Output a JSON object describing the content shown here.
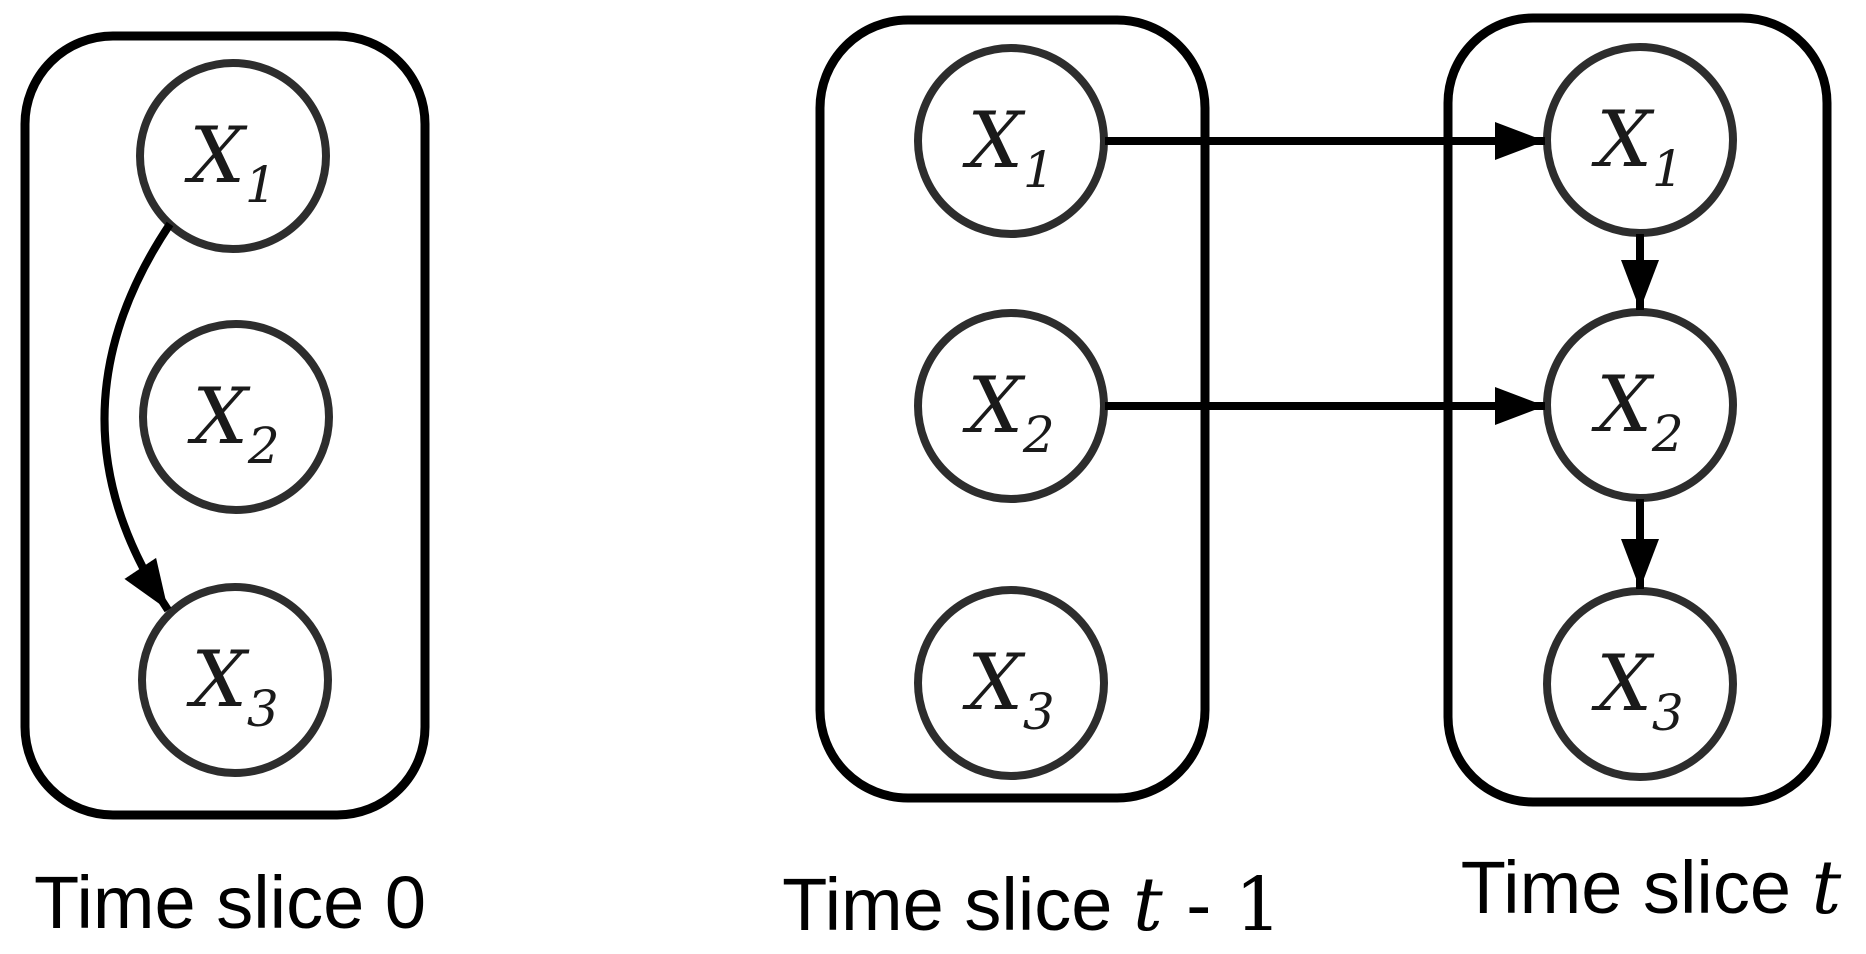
{
  "colors": {
    "background": "#ffffff",
    "box_stroke": "#000000",
    "node_stroke": "#2d2d2d",
    "edge_stroke": "#000000",
    "text": "#000000"
  },
  "diagram": {
    "panels": [
      {
        "id": "slice0",
        "label": {
          "prefix": "Time slice 0",
          "math": "",
          "suffix": ""
        },
        "nodes": [
          {
            "base": "X",
            "sub": "1"
          },
          {
            "base": "X",
            "sub": "2"
          },
          {
            "base": "X",
            "sub": "3"
          }
        ]
      },
      {
        "id": "slice_t_minus_1",
        "label": {
          "prefix": "Time slice ",
          "math": "t",
          "suffix": " - 1"
        },
        "nodes": [
          {
            "base": "X",
            "sub": "1"
          },
          {
            "base": "X",
            "sub": "2"
          },
          {
            "base": "X",
            "sub": "3"
          }
        ]
      },
      {
        "id": "slice_t",
        "label": {
          "prefix": "Time slice ",
          "math": "t",
          "suffix": ""
        },
        "nodes": [
          {
            "base": "X",
            "sub": "1"
          },
          {
            "base": "X",
            "sub": "2"
          },
          {
            "base": "X",
            "sub": "3"
          }
        ]
      }
    ],
    "edges": [
      {
        "from": "slice0.X1",
        "to": "slice0.X3",
        "style": "curved"
      },
      {
        "from": "slice_t_minus_1.X1",
        "to": "slice_t.X1",
        "style": "straight"
      },
      {
        "from": "slice_t_minus_1.X2",
        "to": "slice_t.X2",
        "style": "straight"
      },
      {
        "from": "slice_t.X1",
        "to": "slice_t.X2",
        "style": "straight"
      },
      {
        "from": "slice_t.X2",
        "to": "slice_t.X3",
        "style": "straight"
      }
    ]
  }
}
